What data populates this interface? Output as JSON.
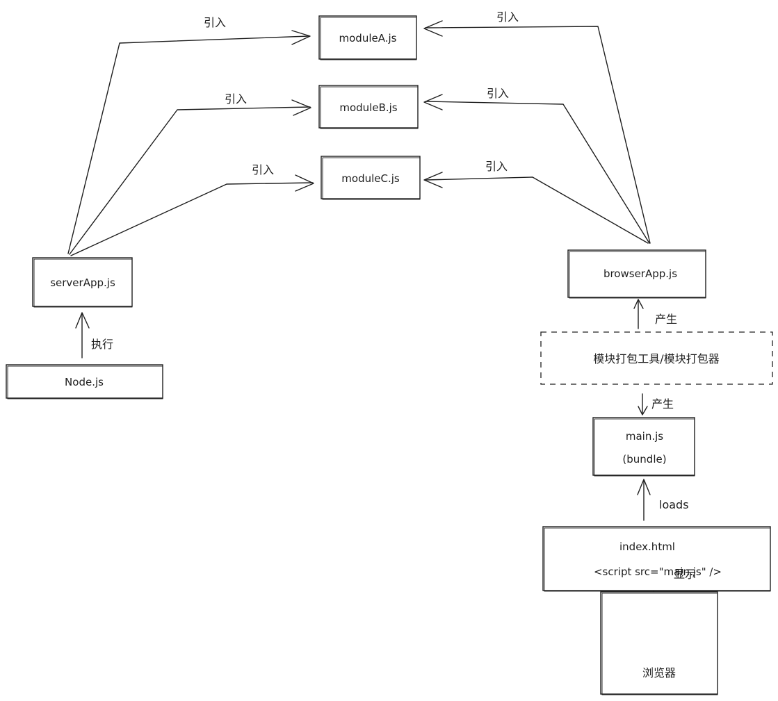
{
  "nodes": {
    "moduleA": {
      "label": "moduleA.js"
    },
    "moduleB": {
      "label": "moduleB.js"
    },
    "moduleC": {
      "label": "moduleC.js"
    },
    "serverApp": {
      "label": "serverApp.js"
    },
    "node": {
      "label": "Node.js"
    },
    "browserApp": {
      "label": "browserApp.js"
    },
    "bundler": {
      "label": "模块打包工具/模块打包器"
    },
    "main": {
      "line1": "main.js",
      "line2": "(bundle)"
    },
    "index": {
      "line1": "index.html",
      "line2": "<script src=\"main.js\" />"
    },
    "browser": {
      "label": "浏览器"
    }
  },
  "edges": {
    "server_to_moduleA": "引入",
    "server_to_moduleB": "引入",
    "server_to_moduleC": "引入",
    "browser_to_moduleA": "引入",
    "browser_to_moduleB": "引入",
    "browser_to_moduleC": "引入",
    "node_to_server": "执行",
    "bundler_to_browserApp": "产生",
    "bundler_to_main": "产生",
    "index_to_main": "loads",
    "browser_to_index": "显示"
  },
  "colors": {
    "stroke": "#1e1e1e",
    "background": "#ffffff"
  }
}
